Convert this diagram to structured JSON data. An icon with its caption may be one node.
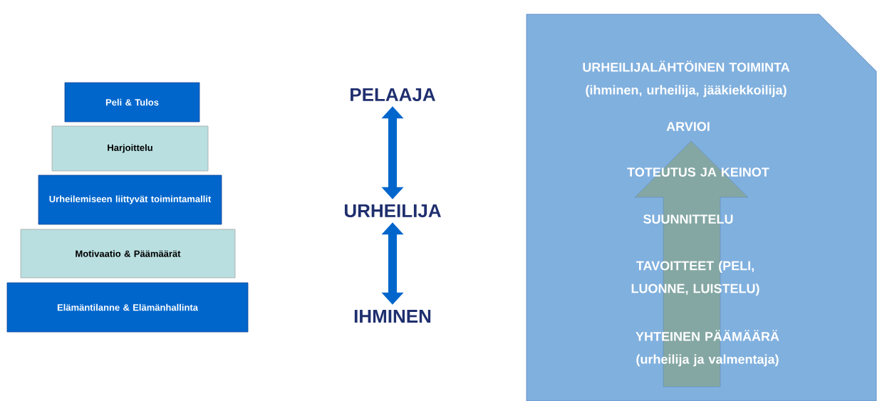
{
  "diagram": {
    "nodes": [
      {
        "text": [
          "Peli & Tulos"
        ]
      },
      {
        "text": [
          "Harjoittelu"
        ]
      },
      {
        "text": [
          "Urheilemiseen liittyvät toimintamallit"
        ]
      },
      {
        "text": [
          "Motivaatio & Päämäärät"
        ]
      },
      {
        "text": [
          "Elämäntilanne & Elämänhallinta"
        ]
      },
      {
        "text": [
          "PELAAJA"
        ]
      },
      {
        "text": [
          "URHEILIJA"
        ]
      },
      {
        "text": [
          "IHMINEN"
        ]
      },
      {
        "text": [
          "URHEILIJALÄHTÖINEN TOIMINTA (ihminen, urheilija, jääkiekkoilija)",
          "ARVIOI",
          "TOTEUTUS JA KEINOT",
          "SUUNNITTELU",
          "TAVOITTEET (PELI, LUONNE, LUISTELU)",
          "YHTEINEN PÄÄMÄÄRÄ (urheilija ja valmentaja)"
        ]
      }
    ],
    "edges": [
      {
        "from": 5,
        "to": 6,
        "arrow": "both"
      },
      {
        "from": 6,
        "to": 7,
        "arrow": "both"
      }
    ]
  }
}
